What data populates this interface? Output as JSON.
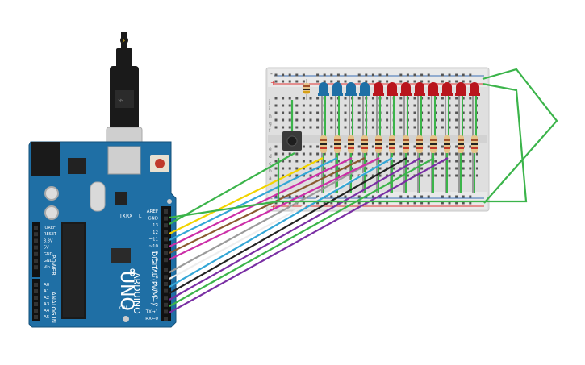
{
  "board": {
    "brand": "ARDUINO",
    "model": "UNO",
    "on_label": "ON",
    "tx_label": "TX",
    "rx_label": "RX",
    "l_label": "L",
    "digital_title": "DIGITAL (PWM~)",
    "power_title": "POWER",
    "analog_title": "ANALOG IN",
    "digital_pins": [
      "AREF",
      "GND",
      "13",
      "12",
      "~11",
      "~10",
      "~9",
      "8",
      "7",
      "~6",
      "~5",
      "4",
      "~3",
      "2",
      "TX→1",
      "RX←0"
    ],
    "power_pins": [
      "IOREF",
      "RESET",
      "3.3V",
      "5V",
      "GND",
      "GND",
      "Vin"
    ],
    "analog_pins": [
      "A0",
      "A1",
      "A2",
      "A3",
      "A4",
      "A5"
    ]
  },
  "breadboard": {
    "rows_top": [
      "j",
      "i",
      "h",
      "g",
      "f"
    ],
    "rows_bottom": [
      "e",
      "d",
      "c",
      "b",
      "a"
    ],
    "rail_plus": "+",
    "rail_minus": "-"
  },
  "leds": [
    "blue",
    "blue",
    "blue",
    "blue",
    "red",
    "red",
    "red",
    "red",
    "red",
    "red",
    "red",
    "red"
  ],
  "colors": {
    "board_blue": "#1f6fa5",
    "led_blue": "#1e6fa6",
    "led_red": "#b9151d",
    "wire_green": "#3bb44a",
    "wire_yellow": "#f2d400",
    "wire_cyan": "#33a6d6",
    "wire_magenta": "#cc2fa8",
    "wire_brown": "#8a5a30",
    "wire_gray": "#9b9b9b",
    "wire_white": "#eeeeee",
    "wire_black": "#222222",
    "wire_purple": "#7a2fa4"
  },
  "wires": [
    "yellow",
    "cyan",
    "magenta",
    "brown",
    "gray",
    "white",
    "black",
    "purple",
    "green",
    "green",
    "cyan",
    "white"
  ]
}
